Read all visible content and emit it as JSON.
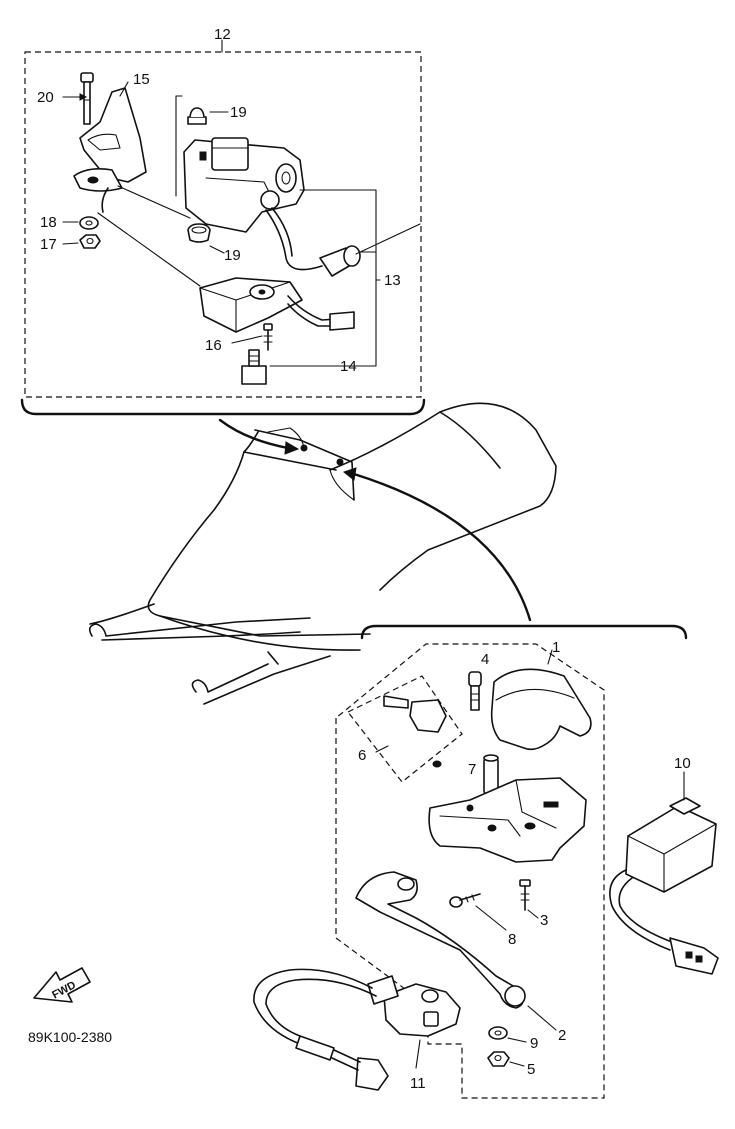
{
  "diagram": {
    "drawing_code": "89K100-2380",
    "front_arrow_label": "FWD",
    "callouts": {
      "c1": "1",
      "c2": "2",
      "c3": "3",
      "c4": "4",
      "c5": "5",
      "c6": "6",
      "c7": "7",
      "c8": "8",
      "c9": "9",
      "c10": "10",
      "c11": "11",
      "c12": "12",
      "c13": "13",
      "c14": "14",
      "c15": "15",
      "c16": "16",
      "c17": "17",
      "c18": "18",
      "c19a": "19",
      "c19b": "19",
      "c20": "20"
    }
  }
}
